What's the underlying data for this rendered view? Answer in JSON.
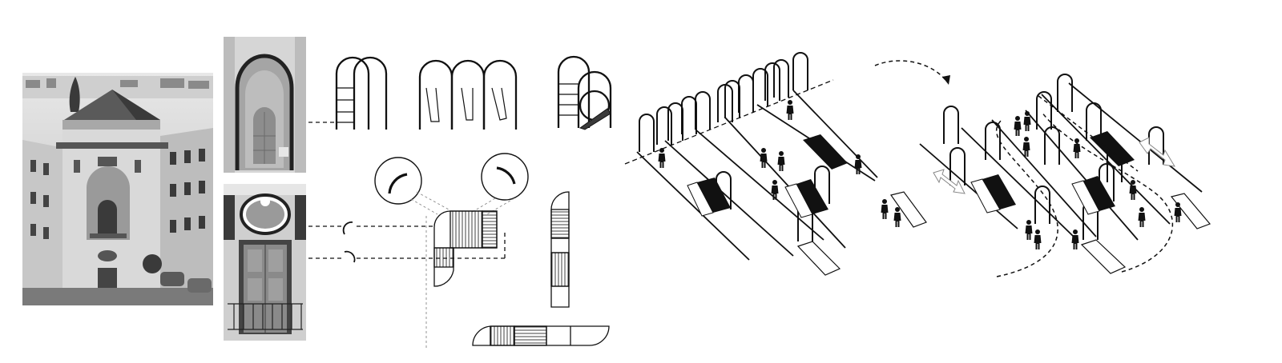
{
  "figure": {
    "text_labels": [],
    "panels": [
      {
        "name": "building-photo",
        "kind": "photograph"
      },
      {
        "name": "arched-window-detail",
        "kind": "photograph"
      },
      {
        "name": "entrance-door-detail",
        "kind": "photograph"
      },
      {
        "name": "arch-variants",
        "kind": "line-drawing"
      },
      {
        "name": "curve-extraction",
        "kind": "line-drawing"
      },
      {
        "name": "bench-modules",
        "kind": "line-drawing"
      },
      {
        "name": "axonometric-before",
        "kind": "axonometric"
      },
      {
        "name": "axonometric-after",
        "kind": "axonometric"
      }
    ],
    "colors": {
      "ink": "#111111",
      "photo_light": "#d9d9d9",
      "photo_mid": "#9a9a9a",
      "photo_dark": "#3a3a3a",
      "paper": "#ffffff"
    },
    "icons": [
      "transition-arrow-icon",
      "double-arrow-icon",
      "person-icon",
      "bench-icon"
    ]
  }
}
